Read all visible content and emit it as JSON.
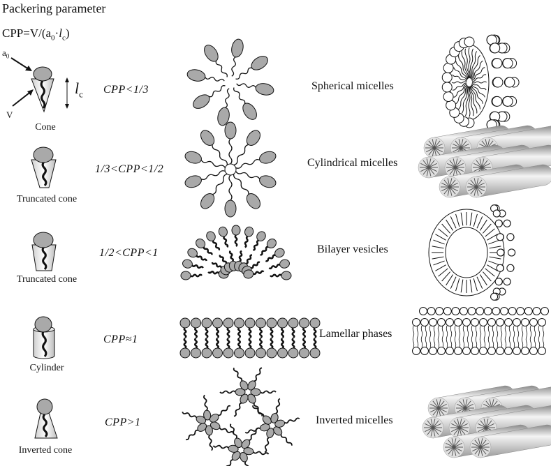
{
  "title": "Packering parameter",
  "formula": {
    "prefix": "CPP=V/(a",
    "sub0": "0",
    "dot": "·",
    "l": "l",
    "subc": "c",
    "suffix": ")"
  },
  "annotations": {
    "a0": "a",
    "a0_sub": "0",
    "v": "V",
    "lc": "l",
    "lc_sub": "c"
  },
  "rows": [
    {
      "shape": "Cone",
      "cpp": "CPP<1/3",
      "phase": "Spherical micelles"
    },
    {
      "shape": "Truncated cone",
      "cpp": "1/3<CPP<1/2",
      "phase": "Cylindrical micelles"
    },
    {
      "shape": "Truncated cone",
      "cpp": "1/2<CPP<1",
      "phase": "Bilayer vesicles"
    },
    {
      "shape": "Cylinder",
      "cpp": "CPP≈1",
      "phase": "Lamellar phases"
    },
    {
      "shape": "Inverted cone",
      "cpp": "CPP>1",
      "phase": "Inverted micelles"
    }
  ],
  "colors": {
    "head_fill": "#a9a9a9",
    "line": "#111111",
    "sphere_fill": "#ffffff"
  }
}
